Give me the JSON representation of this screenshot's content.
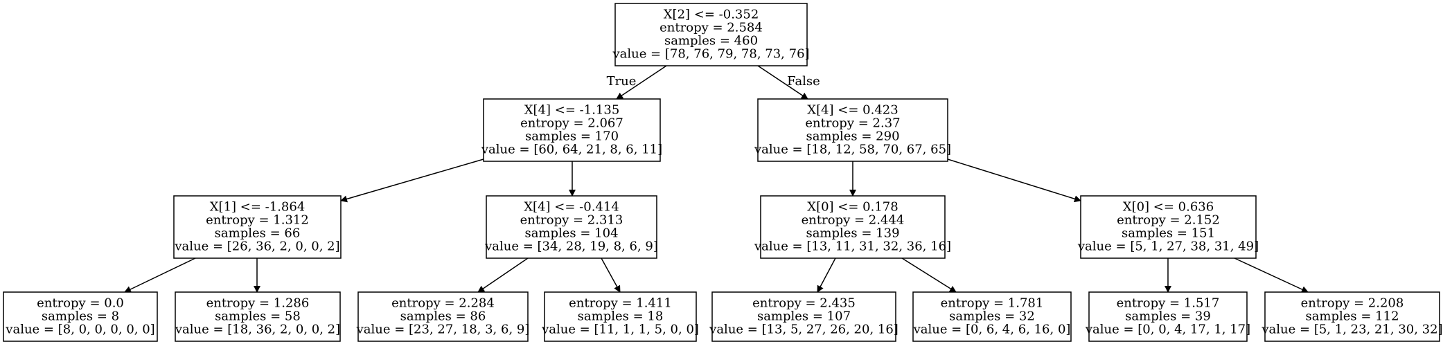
{
  "tree": {
    "nodes": [
      {
        "id": "n0",
        "lines": [
          "X[2] <= -0.352",
          "entropy = 2.584",
          "samples = 460",
          "value = [78, 76, 79, 78, 73, 76]"
        ]
      },
      {
        "id": "n1",
        "lines": [
          "X[4] <= -1.135",
          "entropy = 2.067",
          "samples = 170",
          "value = [60, 64, 21, 8, 6, 11]"
        ]
      },
      {
        "id": "n2",
        "lines": [
          "X[4] <= 0.423",
          "entropy = 2.37",
          "samples = 290",
          "value = [18, 12, 58, 70, 67, 65]"
        ]
      },
      {
        "id": "n3",
        "lines": [
          "X[1] <= -1.864",
          "entropy = 1.312",
          "samples = 66",
          "value = [26, 36, 2, 0, 0, 2]"
        ]
      },
      {
        "id": "n4",
        "lines": [
          "X[4] <= -0.414",
          "entropy = 2.313",
          "samples = 104",
          "value = [34, 28, 19, 8, 6, 9]"
        ]
      },
      {
        "id": "n5",
        "lines": [
          "X[0] <= 0.178",
          "entropy = 2.444",
          "samples = 139",
          "value = [13, 11, 31, 32, 36, 16]"
        ]
      },
      {
        "id": "n6",
        "lines": [
          "X[0] <= 0.636",
          "entropy = 2.152",
          "samples = 151",
          "value = [5, 1, 27, 38, 31, 49]"
        ]
      },
      {
        "id": "n7",
        "lines": [
          "entropy = 0.0",
          "samples = 8",
          "value = [8, 0, 0, 0, 0, 0]"
        ]
      },
      {
        "id": "n8",
        "lines": [
          "entropy = 1.286",
          "samples = 58",
          "value = [18, 36, 2, 0, 0, 2]"
        ]
      },
      {
        "id": "n9",
        "lines": [
          "entropy = 2.284",
          "samples = 86",
          "value = [23, 27, 18, 3, 6, 9]"
        ]
      },
      {
        "id": "n10",
        "lines": [
          "entropy = 1.411",
          "samples = 18",
          "value = [11, 1, 1, 5, 0, 0]"
        ]
      },
      {
        "id": "n11",
        "lines": [
          "entropy = 2.435",
          "samples = 107",
          "value = [13, 5, 27, 26, 20, 16]"
        ]
      },
      {
        "id": "n12",
        "lines": [
          "entropy = 1.781",
          "samples = 32",
          "value = [0, 6, 4, 6, 16, 0]"
        ]
      },
      {
        "id": "n13",
        "lines": [
          "entropy = 1.517",
          "samples = 39",
          "value = [0, 0, 4, 17, 1, 17]"
        ]
      },
      {
        "id": "n14",
        "lines": [
          "entropy = 2.208",
          "samples = 112",
          "value = [5, 1, 23, 21, 30, 32]"
        ]
      }
    ],
    "edges": [
      {
        "from": "n0",
        "to": "n1",
        "label": "True"
      },
      {
        "from": "n0",
        "to": "n2",
        "label": "False"
      },
      {
        "from": "n1",
        "to": "n3",
        "label": ""
      },
      {
        "from": "n1",
        "to": "n4",
        "label": ""
      },
      {
        "from": "n2",
        "to": "n5",
        "label": ""
      },
      {
        "from": "n2",
        "to": "n6",
        "label": ""
      },
      {
        "from": "n3",
        "to": "n7",
        "label": ""
      },
      {
        "from": "n3",
        "to": "n8",
        "label": ""
      },
      {
        "from": "n4",
        "to": "n9",
        "label": ""
      },
      {
        "from": "n4",
        "to": "n10",
        "label": ""
      },
      {
        "from": "n5",
        "to": "n11",
        "label": ""
      },
      {
        "from": "n5",
        "to": "n12",
        "label": ""
      },
      {
        "from": "n6",
        "to": "n13",
        "label": ""
      },
      {
        "from": "n6",
        "to": "n14",
        "label": ""
      }
    ]
  }
}
